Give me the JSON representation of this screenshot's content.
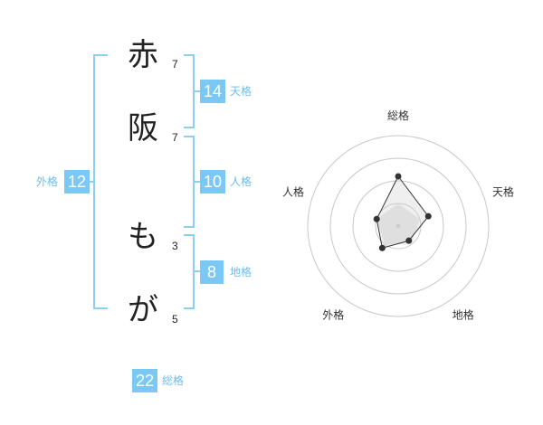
{
  "name": {
    "chars": [
      {
        "char": "赤",
        "strokes": "7"
      },
      {
        "char": "阪",
        "strokes": "7"
      },
      {
        "char": "も",
        "strokes": "3"
      },
      {
        "char": "が",
        "strokes": "5"
      }
    ]
  },
  "scores": {
    "tenkaku": {
      "label": "天格",
      "value": "14"
    },
    "jinkaku": {
      "label": "人格",
      "value": "10"
    },
    "chikaku": {
      "label": "地格",
      "value": "8"
    },
    "gaikaku": {
      "label": "外格",
      "value": "12"
    },
    "soukaku": {
      "label": "総格",
      "value": "22"
    }
  },
  "colors": {
    "accent": "#7cc8f5",
    "bracket": "#8ccff5",
    "label": "#6fbde8"
  },
  "chart_data": {
    "type": "radar",
    "axes": [
      "総格",
      "天格",
      "地格",
      "外格",
      "人格"
    ],
    "values": [
      22,
      14,
      8,
      12,
      10
    ],
    "reference_values": [
      10,
      10,
      10,
      10,
      10
    ],
    "rings": 4,
    "rmax": 40
  }
}
